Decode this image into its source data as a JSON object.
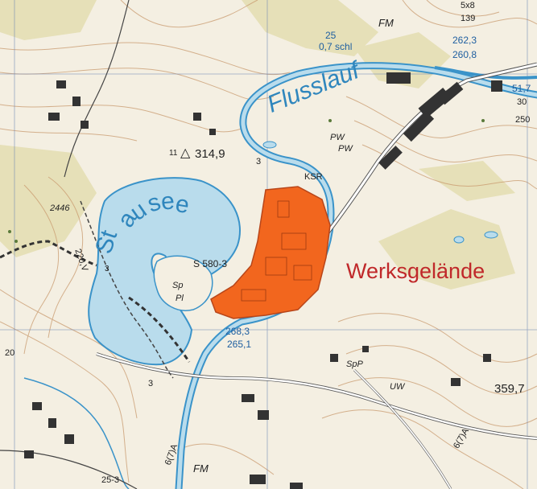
{
  "colors": {
    "paper": "#f4efe2",
    "water": "#b9dcec",
    "water_outline": "#3a93c9",
    "site_fill": "#f2661e",
    "site_label": "#c0282a",
    "forest": "#e6e0b8",
    "contour": "#c99a6e",
    "grid": "#6f87b4"
  },
  "labels": {
    "flusslauf": "Flusslauf",
    "stausee_st": "St",
    "stausee_a": "a",
    "stausee_u": "u",
    "stausee_s": "s",
    "stausee_e1": "e",
    "stausee_e2": "e",
    "werksgelaende": "Werksgelände",
    "elev_314": "314,9",
    "triangle": "△",
    "elev_25": "25",
    "schl": "0,7 schl",
    "fm_top": "FM",
    "fm_bottom": "FM",
    "top_5x8": "5x8",
    "top_139": "139",
    "e262": "262,3",
    "e260": "260,8",
    "e51": "51,7",
    "e30": "30",
    "e250": "250",
    "pw1": "PW",
    "pw2": "PW",
    "ksr": "KSR",
    "n3_mid": "3",
    "n11": "11",
    "r2446": "2446",
    "r220": "220,V",
    "s580": "S 580-3",
    "sp": "Sp",
    "pl": "Pl",
    "e268": "268,3",
    "e265": "265,1",
    "spp": "SpP",
    "uw": "UW",
    "e359": "359,7",
    "r6a": "6(7)A",
    "r6a2": "6(7)A",
    "n3_low": "3",
    "n20": "20",
    "r25": "25-3",
    "n3_left": "3"
  }
}
